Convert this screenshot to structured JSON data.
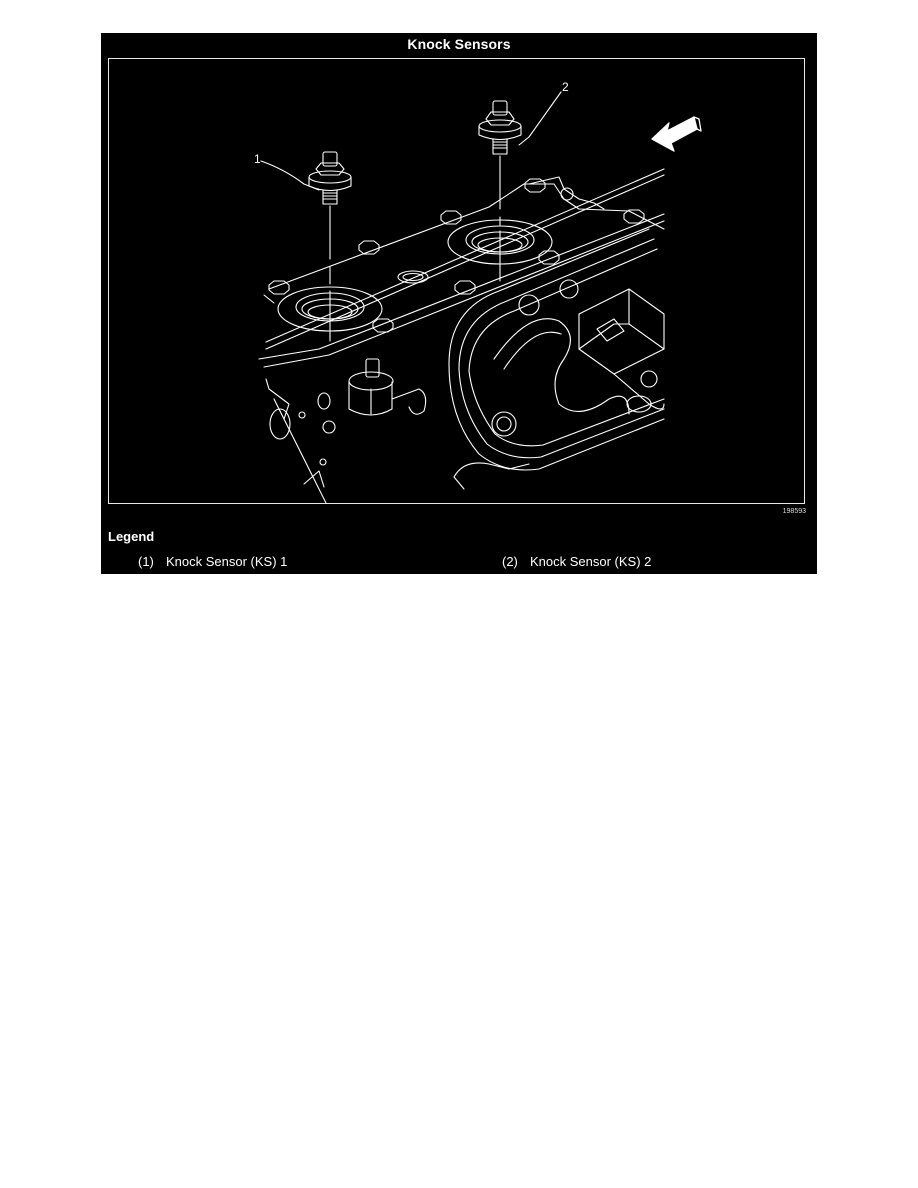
{
  "figure": {
    "title": "Knock Sensors",
    "figure_id": "198593",
    "callouts": [
      "1",
      "2"
    ],
    "direction_arrow": "front-of-vehicle-arrow-icon"
  },
  "legend": {
    "title": "Legend",
    "items": [
      {
        "num": "(1)",
        "label": "Knock Sensor (KS) 1"
      },
      {
        "num": "(2)",
        "label": "Knock Sensor (KS) 2"
      }
    ]
  },
  "colors": {
    "background": "#000000",
    "linework": "#ffffff",
    "page": "#ffffff"
  }
}
